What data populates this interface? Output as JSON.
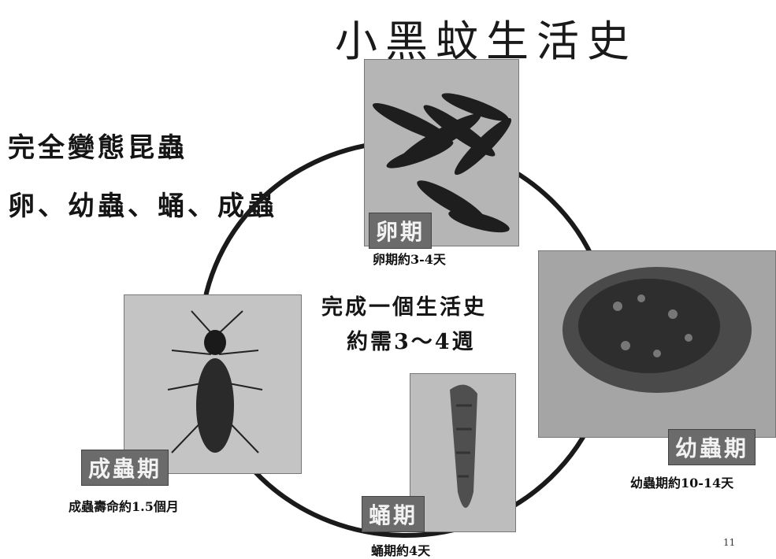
{
  "title": "小黑蚊生活史",
  "intro": {
    "line1": "完全變態昆蟲",
    "line2": "卵、幼蟲、蛹、成蟲"
  },
  "center_text": {
    "line1": "完成一個生活史",
    "line2": "約需3～4週"
  },
  "stages": {
    "egg": {
      "label": "卵期",
      "caption": "卵期約3-4天"
    },
    "larva": {
      "label": "幼蟲期",
      "caption": "幼蟲期約10-14天"
    },
    "pupa": {
      "label": "蛹期",
      "caption": "蛹期約4天"
    },
    "adult": {
      "label": "成蟲期",
      "caption": "成蟲壽命約1.5個月"
    }
  },
  "page_number": "11"
}
